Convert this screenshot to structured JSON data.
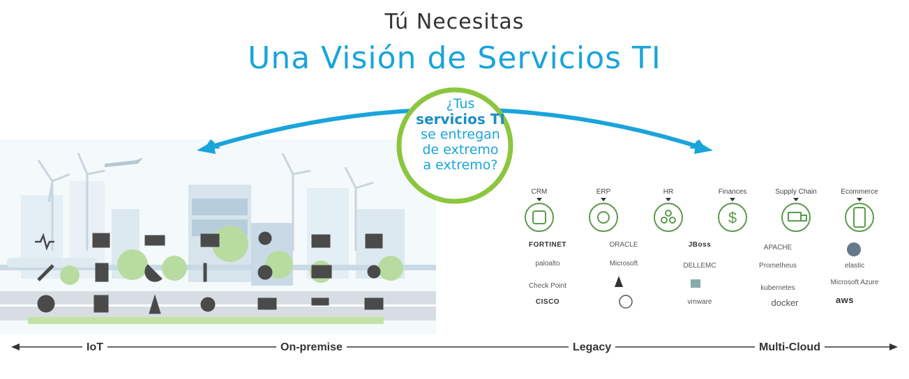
{
  "header": {
    "subtitle": "Tú Necesitas",
    "title": "Una Visión de Servicios TI"
  },
  "circle": {
    "line1": "¿Tus",
    "line2": "servicios TI",
    "line3": "se entregan",
    "line4": "de extremo",
    "line5": "a extremo?"
  },
  "categories": [
    {
      "label": "CRM",
      "icon": "handshake-gear-icon"
    },
    {
      "label": "ERP",
      "icon": "gear-icon"
    },
    {
      "label": "HR",
      "icon": "people-icon"
    },
    {
      "label": "Finances",
      "icon": "dollar-icon"
    },
    {
      "label": "Supply Chain",
      "icon": "truck-icon"
    },
    {
      "label": "Ecommerce",
      "icon": "shopping-cart-phone-icon"
    }
  ],
  "logos": {
    "col1": [
      "FORTINET",
      "paloalto",
      "Check Point",
      "CISCO"
    ],
    "col2": [
      "ORACLE",
      "Microsoft",
      "",
      ""
    ],
    "col3": [
      "JBoss",
      "DELLEMC",
      "",
      "vmware"
    ],
    "col4": [
      "APACHE",
      "Prometheus",
      "kubernetes",
      "docker"
    ],
    "col5": [
      "",
      "elastic",
      "Microsoft Azure",
      "aws"
    ]
  },
  "axis": {
    "labels": [
      "IoT",
      "On-premise",
      "Legacy",
      "Multi-Cloud"
    ]
  },
  "colors": {
    "accent": "#1aa4dc",
    "circle_border": "#8cc63f",
    "icon_dark": "#4a4a4a",
    "city_green": "#b8dca0"
  }
}
